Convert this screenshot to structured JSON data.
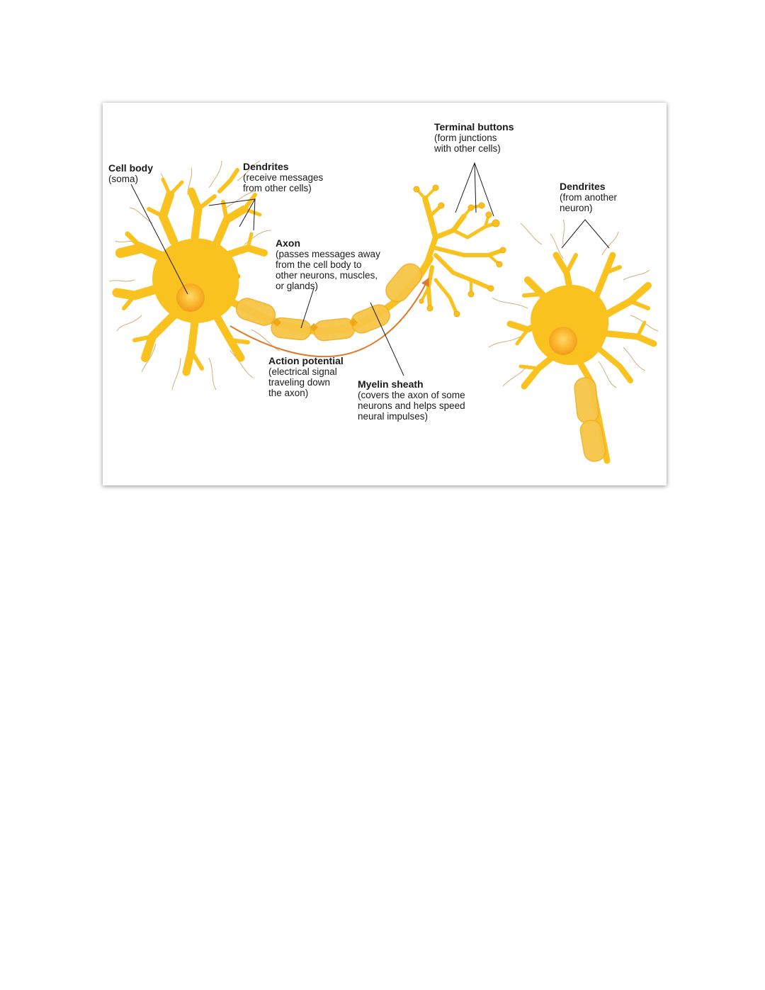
{
  "diagram": {
    "colors": {
      "neuron_fill": "#f9c21e",
      "neuron_dark": "#f0a818",
      "myelin_fill": "#f7c646",
      "nucleus_fill": "#f7a51d",
      "arrow": "#e07a2a",
      "leader_line": "#1a1a1a",
      "fine_dendrite": "#d2b07a"
    },
    "labels": {
      "cell_body": {
        "title": "Cell body",
        "desc": [
          "(soma)"
        ]
      },
      "dendrites": {
        "title": "Dendrites",
        "desc": [
          "(receive messages",
          "from other cells)"
        ]
      },
      "terminal_buttons": {
        "title": "Terminal buttons",
        "desc": [
          "(form junctions",
          "with other cells)"
        ]
      },
      "dendrites_other": {
        "title": "Dendrites",
        "desc": [
          "(from another",
          "neuron)"
        ]
      },
      "axon": {
        "title": "Axon",
        "desc": [
          "(passes messages away",
          "from the cell body to",
          "other neurons, muscles,",
          "or glands)"
        ]
      },
      "action_potential": {
        "title": "Action potential",
        "desc": [
          "(electrical signal",
          "traveling down",
          "the axon)"
        ]
      },
      "myelin_sheath": {
        "title": "Myelin sheath",
        "desc": [
          "(covers the axon of some",
          "neurons and helps speed",
          "neural impulses)"
        ]
      }
    }
  }
}
